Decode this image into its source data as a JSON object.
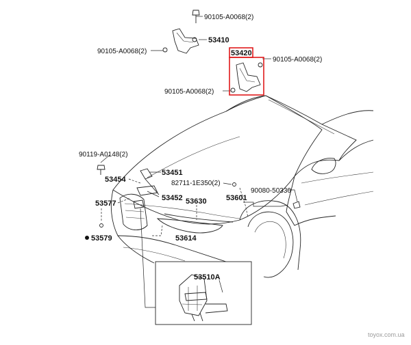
{
  "diagram": {
    "labels": {
      "bolt_top": "90105-A0068(2)",
      "hinge_lh": "53410",
      "bolt_left": "90105-A0068(2)",
      "hinge_rh": "53420",
      "bolt_right": "90105-A0068(2)",
      "bolt_lower": "90105-A0068(2)",
      "screw": "90119-A0148(2)",
      "lock_support": "53451",
      "lock": "53454",
      "plug": "82711-1E350(2)",
      "clip": "90080-50330",
      "lever": "53577",
      "release_cable": "53452",
      "seal": "53630",
      "latch": "53601",
      "grommet": "53579",
      "cushion": "53614",
      "lock_assembly": "53510A"
    },
    "highlight_color": "#e0191b",
    "watermark": "toyox.com.ua"
  }
}
